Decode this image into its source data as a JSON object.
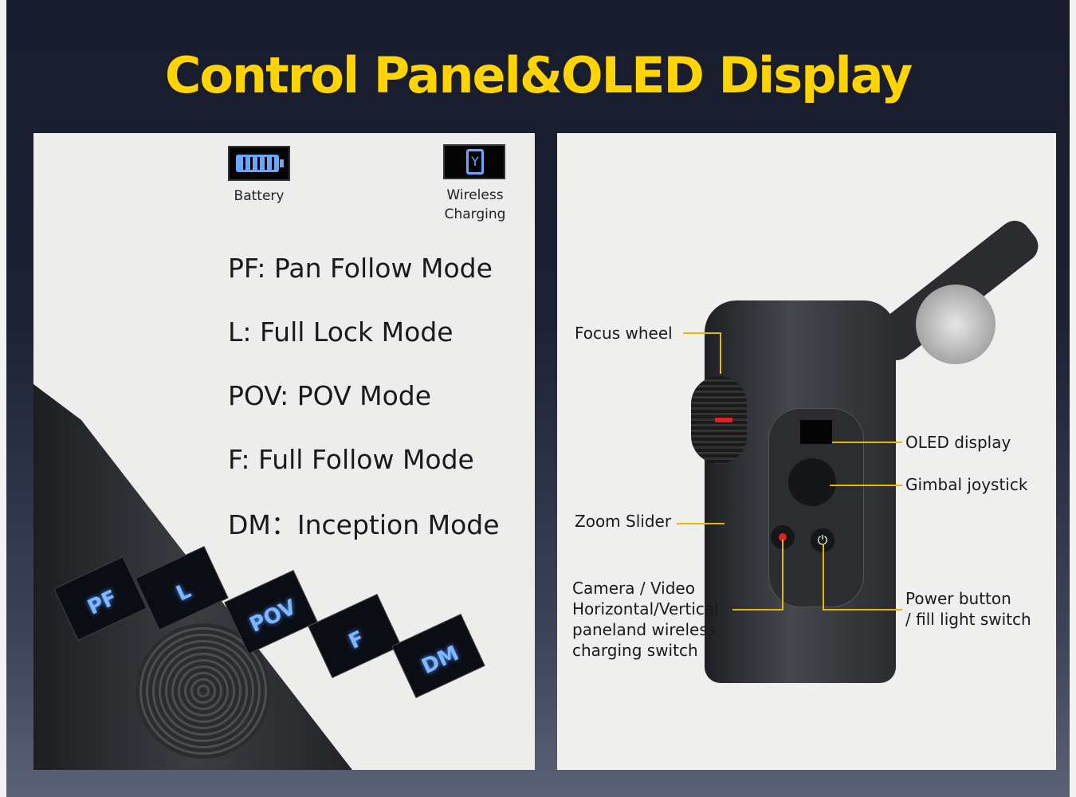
{
  "title": "Control Panel&OLED Display",
  "icons": {
    "battery_label": "Battery",
    "wireless_label_1": "Wireless",
    "wireless_label_2": "Charging"
  },
  "modes": [
    "PF: Pan Follow Mode",
    "L: Full Lock Mode",
    "POV: POV Mode",
    "F: Full Follow Mode",
    "DM：Inception Mode"
  ],
  "screens": [
    "PF",
    "L",
    "POV",
    "F",
    "DM"
  ],
  "callouts": {
    "focus_wheel": "Focus wheel",
    "oled_display": "OLED display",
    "gimbal_joystick": "Gimbal joystick",
    "zoom_slider": "Zoom Slider",
    "camera_switch": [
      "Camera / Video",
      "Horizontal/Vertical",
      "paneland wireless",
      "charging switch"
    ],
    "power_button": [
      "Power button",
      "/ fill light switch"
    ]
  },
  "colors": {
    "accent": "#ffd400",
    "background": "#1a1e2e"
  }
}
